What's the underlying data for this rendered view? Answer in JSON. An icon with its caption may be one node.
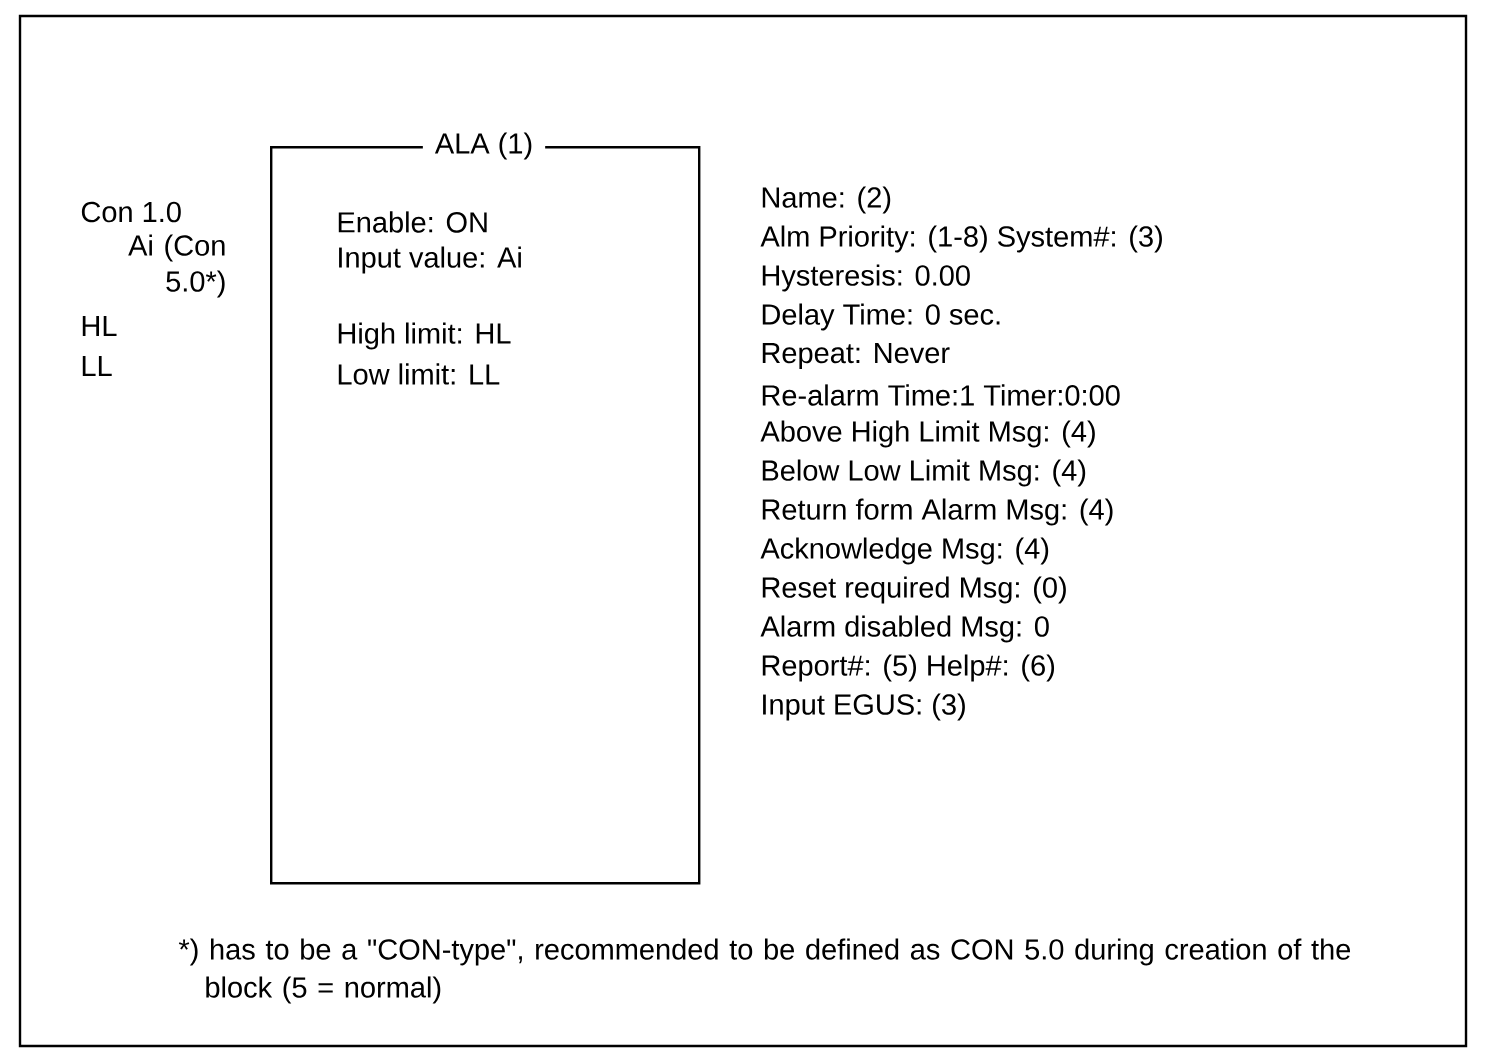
{
  "diagram": {
    "nodes": [
      {
        "text": [
          "ALA (1)",
          "Enable: ON",
          "Input value: Ai",
          "High limit: HL",
          "Low limit: LL"
        ]
      }
    ],
    "labels": [
      "Con 1.0",
      "Ai (Con 5.0*)",
      "HL",
      "LL",
      "Name: (2)",
      "Alm Priority: (1-8) System#: (3)",
      "Hysteresis: 0.00",
      "Delay Time: 0 sec.",
      "Repeat: Never",
      "Re-alarm Time:1  Timer:0:00",
      "Above High Limit Msg: (4)",
      "Below Low Limit Msg: (4)",
      "Return form Alarm Msg: (4)",
      "Acknowledge Msg: (4)",
      "Reset required Msg: (0)",
      "Alarm disabled Msg: 0",
      "Report#: (5) Help#: (6)",
      "Input EGUS: (3)",
      "*) has to be a \"CON-type\", recommended to be defined as CON 5.0 during creation of the block (5 = normal)"
    ]
  }
}
